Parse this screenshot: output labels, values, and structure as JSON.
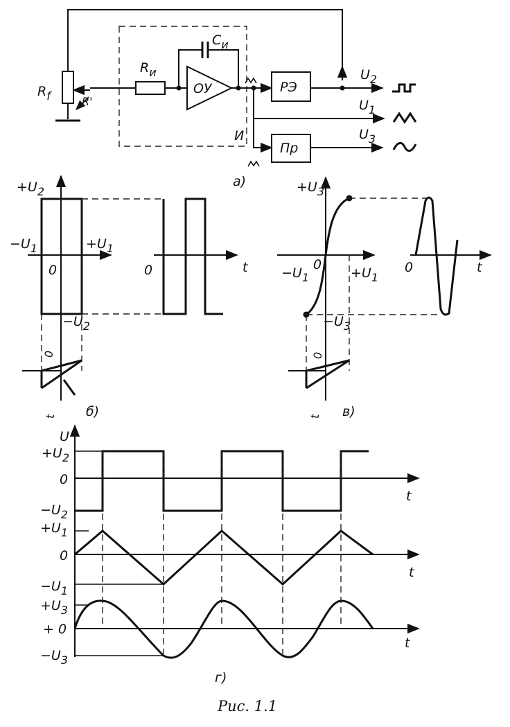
{
  "schematic": {
    "rf": "R",
    "rf_sub": "f",
    "rprime": "R'",
    "ri": "R",
    "ri_sub": "и",
    "ci": "C",
    "ci_sub": "и",
    "opamp": "ОУ",
    "integrator": "И",
    "comparator": "РЭ",
    "converter": "Пр",
    "u2": "U",
    "u2_sub": "2",
    "u1": "U",
    "u1_sub": "1",
    "u3": "U",
    "u3_sub": "3",
    "caption": "а)"
  },
  "panel_b": {
    "plus_u2": "+U",
    "plus_u2_sub": "2",
    "minus_u1": "−U",
    "minus_u1_sub": "1",
    "plus_u1": "+U",
    "plus_u1_sub": "1",
    "zero": "0",
    "minus_u2": "−U",
    "minus_u2_sub": "2",
    "zero_rt": "0",
    "t": "t",
    "t_small": "t",
    "zero_small": "0",
    "caption": "б)"
  },
  "panel_v": {
    "plus_u3": "+U",
    "plus_u3_sub": "3",
    "minus_u1": "−U",
    "minus_u1_sub": "1",
    "plus_u1": "+U",
    "plus_u1_sub": "1",
    "zero": "0",
    "minus_u3": "−U",
    "minus_u3_sub": "3",
    "zero_rt": "0",
    "t": "t",
    "t_small": "t",
    "zero_small": "0",
    "caption": "в)"
  },
  "panel_g": {
    "u": "U",
    "plus_u2": "+U",
    "plus_u2_sub": "2",
    "zero1": "0",
    "minus_u2": "−U",
    "minus_u2_sub": "2",
    "plus_u1": "+U",
    "plus_u1_sub": "1",
    "zero2": "0",
    "minus_u1": "−U",
    "minus_u1_sub": "1",
    "plus_u3": "+U",
    "plus_u3_sub": "3",
    "zero3": "+ 0",
    "minus_u3": "−U",
    "minus_u3_sub": "3",
    "t1": "t",
    "t2": "t",
    "t3": "t",
    "caption": "г)"
  },
  "figure_caption": "Рис.  1.1"
}
